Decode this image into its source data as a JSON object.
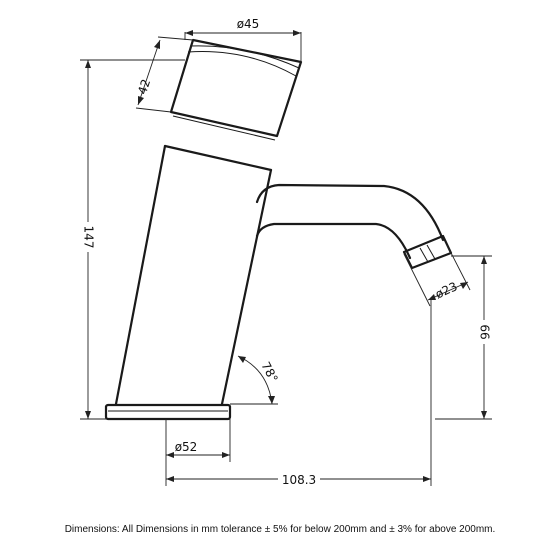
{
  "dimensions": {
    "top_diameter": "ø45",
    "cap_height": "42",
    "overall_height": "147",
    "outlet_diameter": "ø23",
    "outlet_height": "66",
    "angle": "78°",
    "base_diameter": "ø52",
    "projection": "108.3"
  },
  "footnote": "Dimensions: All Dimensions in mm tolerance ± 5% for below 200mm and ± 3% for above 200mm."
}
